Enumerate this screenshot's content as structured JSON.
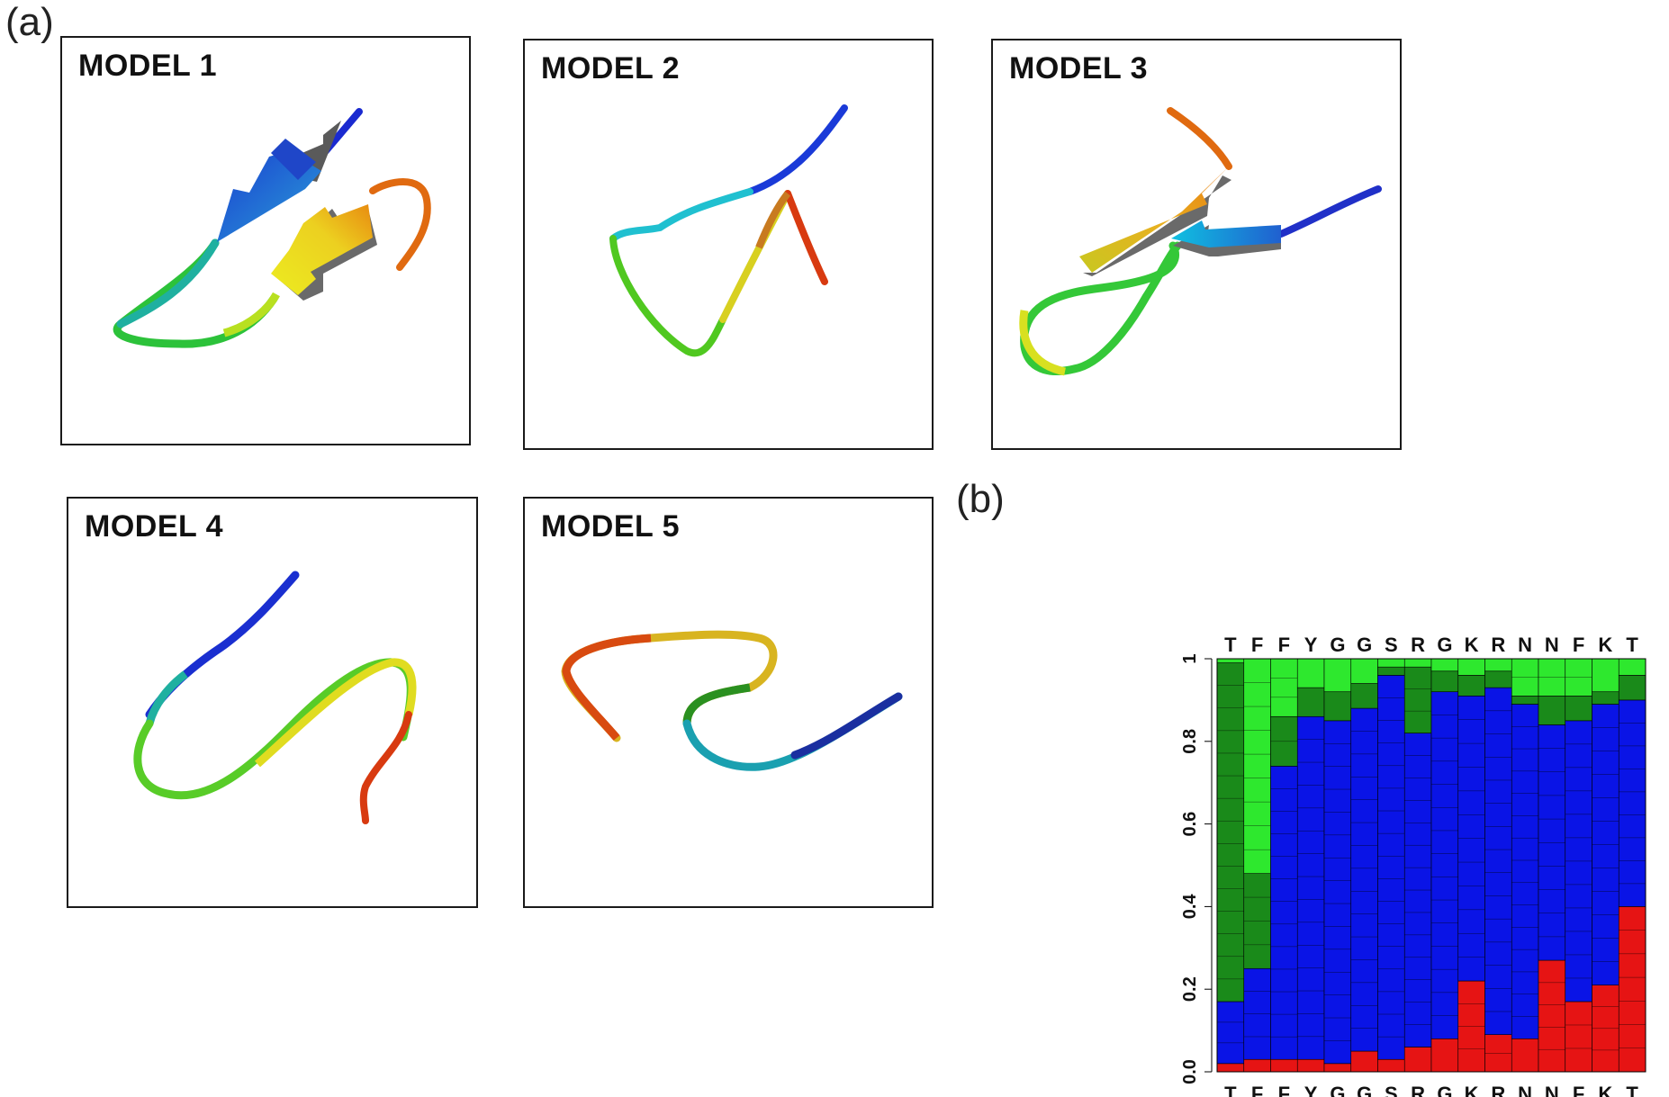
{
  "panel_labels": {
    "a": "(a)",
    "b": "(b)"
  },
  "models": [
    {
      "title": "MODEL 1"
    },
    {
      "title": "MODEL 2"
    },
    {
      "title": "MODEL 3"
    },
    {
      "title": "MODEL 4"
    },
    {
      "title": "MODEL 5"
    }
  ],
  "colors": {
    "nterm": "#1a2fd0",
    "cyan": "#1fb8d8",
    "green": "#2fc82f",
    "yellow": "#e8e020",
    "orange": "#e88a10",
    "cterm": "#d62a10",
    "chart_blue": "#0a14e6",
    "chart_light_green": "#2ee82e",
    "chart_dark_green": "#1a8a1a",
    "chart_red": "#e61414",
    "chart_dark_red": "#8a0a0a"
  },
  "chart_data": {
    "type": "bar",
    "stacked": true,
    "categories": [
      "T",
      "F",
      "F",
      "Y",
      "G",
      "G",
      "S",
      "R",
      "G",
      "K",
      "R",
      "N",
      "N",
      "F",
      "K",
      "T"
    ],
    "ylim": [
      0,
      1
    ],
    "yticks": [
      "0.0",
      "0.2",
      "0.4",
      "0.6",
      "0.8",
      "1"
    ],
    "series": [
      {
        "values": [
          0.02,
          0.03,
          0.03,
          0.03,
          0.02,
          0.05,
          0.03,
          0.06,
          0.08,
          0.22,
          0.09,
          0.08,
          0.27,
          0.17,
          0.21,
          0.4
        ]
      },
      {
        "values": [
          0.15,
          0.22,
          0.71,
          0.83,
          0.83,
          0.83,
          0.93,
          0.76,
          0.84,
          0.69,
          0.84,
          0.81,
          0.57,
          0.68,
          0.68,
          0.5
        ]
      },
      {
        "values": [
          0.82,
          0.23,
          0.12,
          0.07,
          0.07,
          0.06,
          0.02,
          0.16,
          0.05,
          0.05,
          0.04,
          0.02,
          0.07,
          0.06,
          0.03,
          0.06
        ]
      },
      {
        "values": [
          0.01,
          0.52,
          0.14,
          0.07,
          0.08,
          0.06,
          0.02,
          0.02,
          0.03,
          0.04,
          0.03,
          0.09,
          0.09,
          0.09,
          0.08,
          0.04
        ]
      }
    ]
  }
}
